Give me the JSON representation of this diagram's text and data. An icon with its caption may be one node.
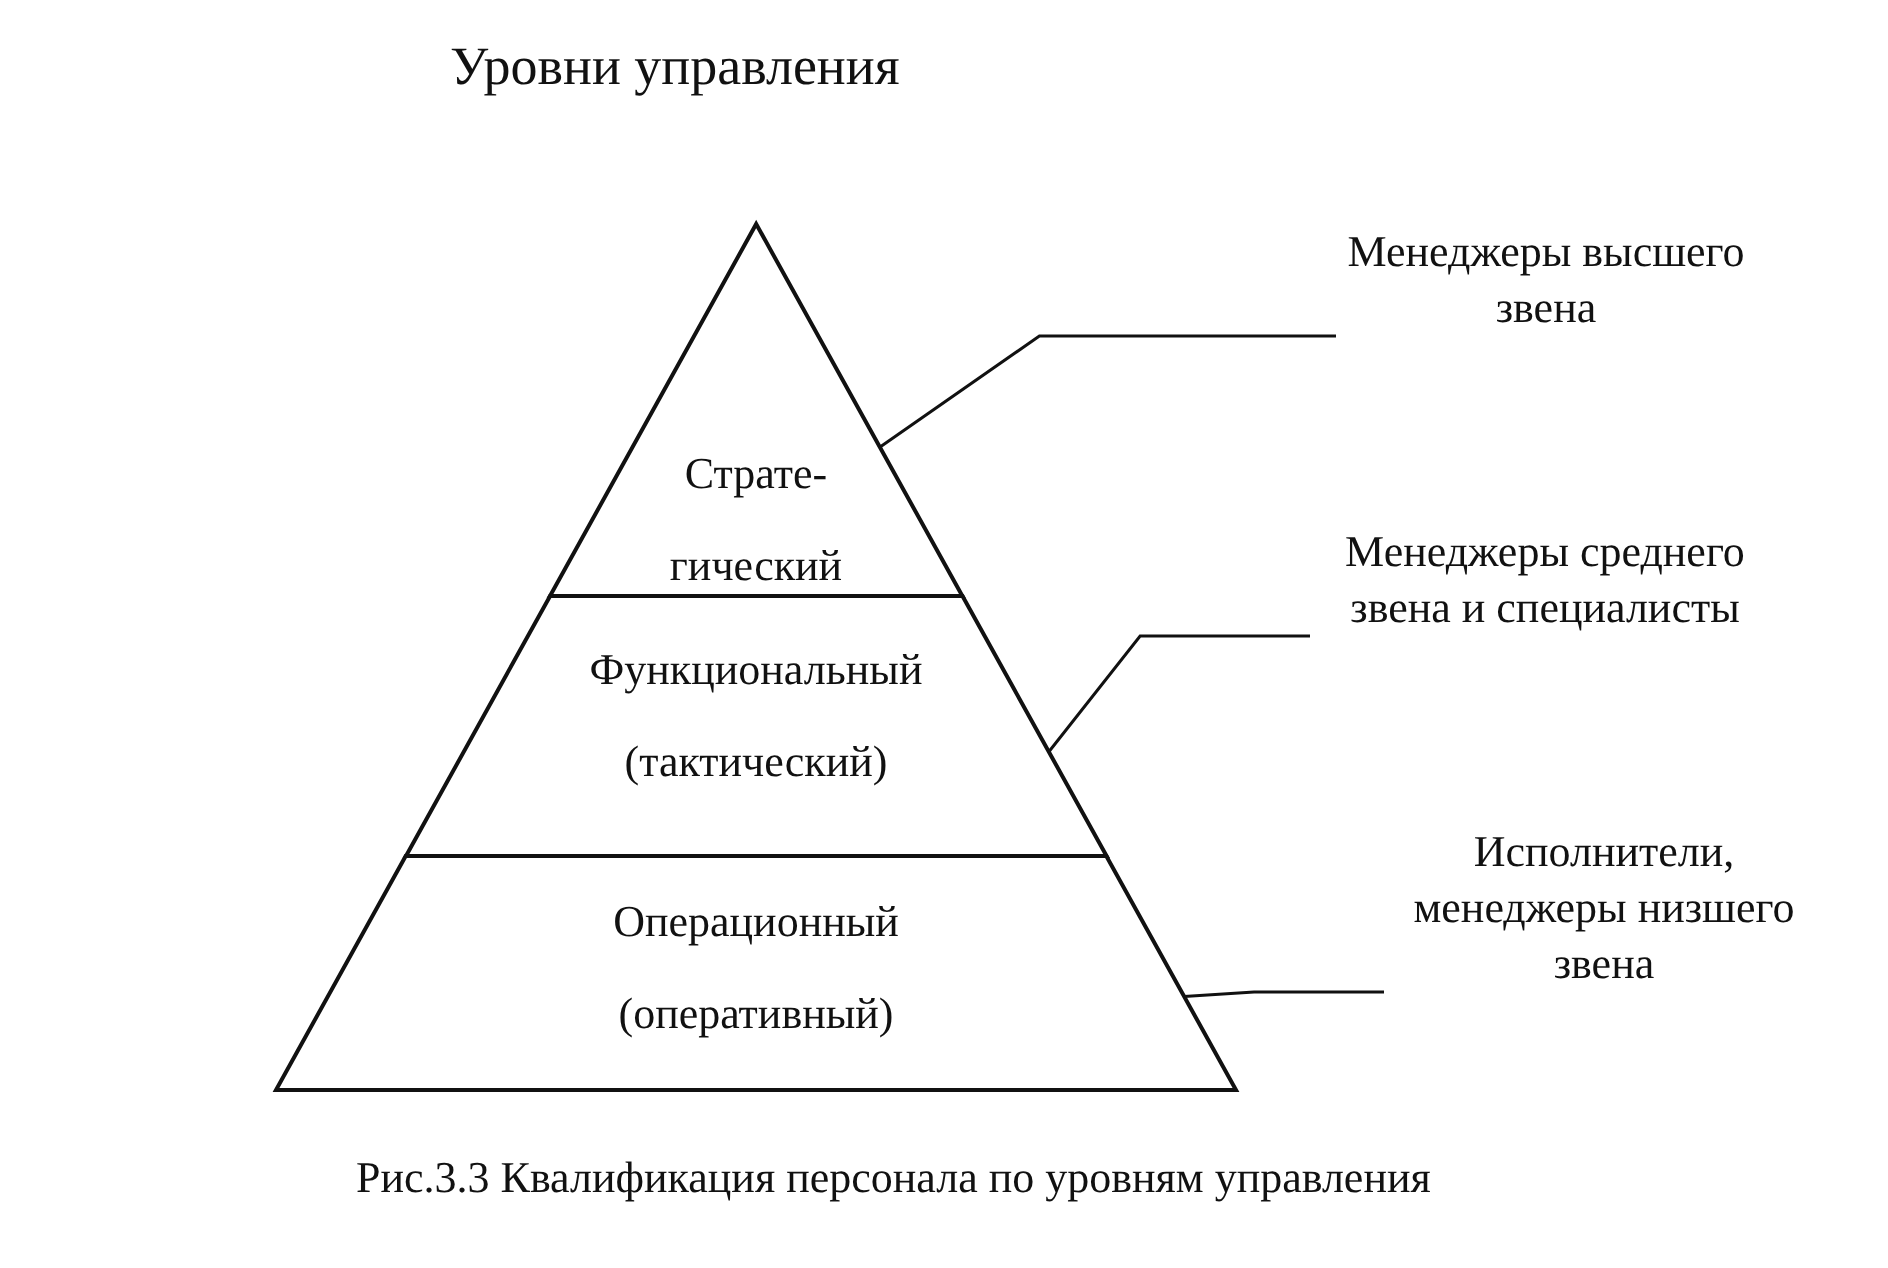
{
  "diagram": {
    "title": "Уровни управления",
    "caption": "Рис.3.3 Квалификация персонала по уровням управления",
    "nodes": [
      {
        "text": [
          "Страте- гический"
        ]
      },
      {
        "text": [
          "Функциональный (тактический)"
        ]
      },
      {
        "text": [
          "Операционный (оперативный)"
        ]
      },
      {
        "text": [
          "Менеджеры высшего звена"
        ]
      },
      {
        "text": [
          "Менеджеры среднего звена и специалисты"
        ]
      },
      {
        "text": [
          "Исполнители, менеджеры низшего звена"
        ]
      }
    ],
    "edges": [
      {
        "from": 3,
        "to": 0,
        "arrow": "none"
      },
      {
        "from": 4,
        "to": 1,
        "arrow": "none"
      },
      {
        "from": 5,
        "to": 2,
        "arrow": "none"
      }
    ]
  }
}
